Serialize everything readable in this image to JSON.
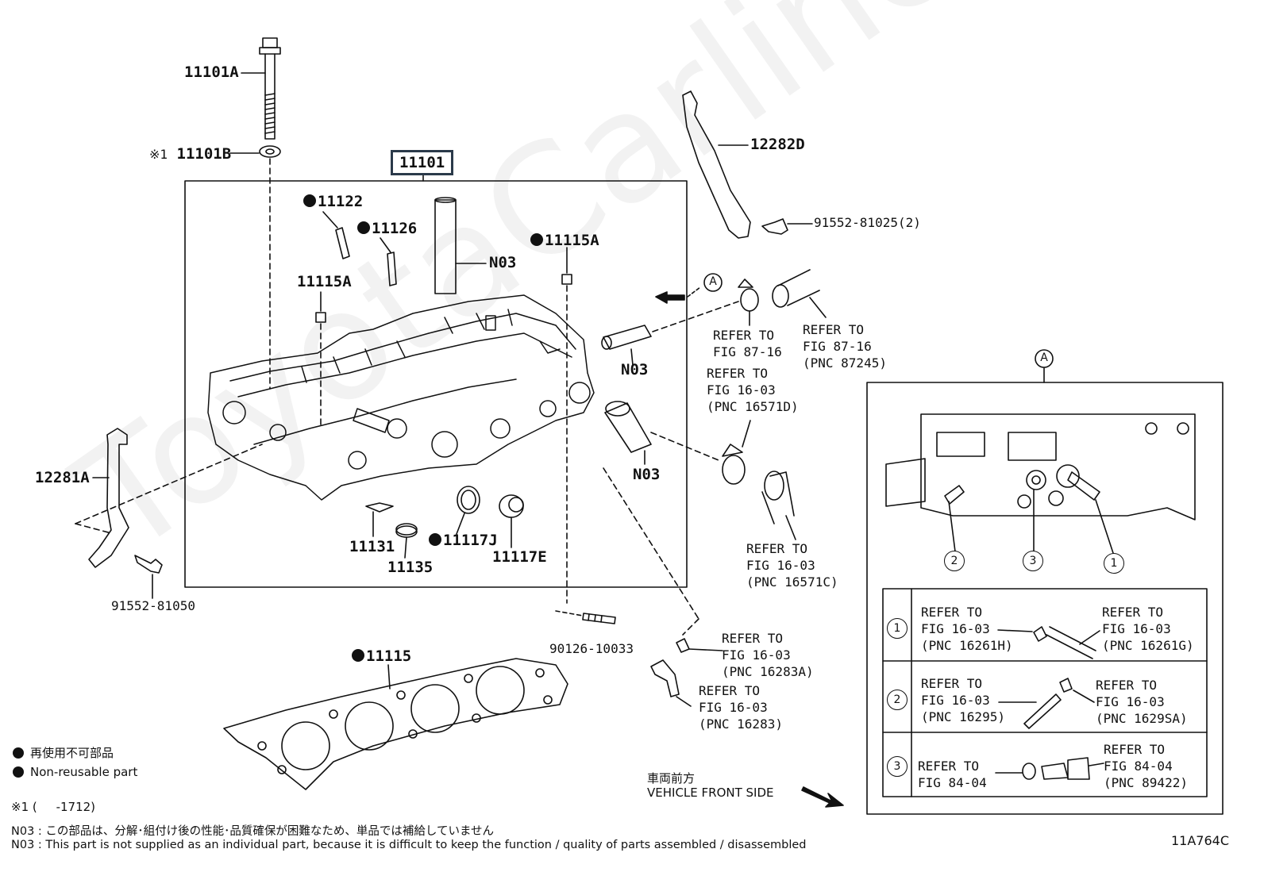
{
  "watermark": "ToyotaCarline.ru",
  "main_group": "11101",
  "parts": {
    "p11101A": "11101A",
    "p11101B": "11101B",
    "p11101B_note": "※1",
    "p11122": "11122",
    "p11126": "11126",
    "p11115A_top": "11115A",
    "p11115A_left": "11115A",
    "n03_top": "N03",
    "n03_mid": "N03",
    "n03_low": "N03",
    "p12282D": "12282D",
    "p91552_81025": "91552-81025(2)",
    "p12281A": "12281A",
    "p91552_81050": "91552-81050",
    "p11131": "11131",
    "p11135": "11135",
    "p11117J": "11117J",
    "p11117E": "11117E",
    "p90126_10033": "90126-10033",
    "p11115": "11115",
    "arrow_a": "A"
  },
  "refs": {
    "r1": [
      "REFER TO",
      "FIG 87-16"
    ],
    "r2": [
      "REFER TO",
      "FIG 87-16",
      "(PNC 87245)"
    ],
    "r3": [
      "REFER TO",
      "FIG 16-03",
      "(PNC 16571D)"
    ],
    "r4": [
      "REFER TO",
      "FIG 16-03",
      "(PNC 16571C)"
    ],
    "r5": [
      "REFER TO",
      "FIG 16-03",
      "(PNC 16283A)"
    ],
    "r6": [
      "REFER TO",
      "FIG 16-03",
      "(PNC 16283)"
    ]
  },
  "detail": {
    "label": "A",
    "callouts": [
      "2",
      "3",
      "1"
    ],
    "table": [
      {
        "num": "1",
        "left": [
          "REFER TO",
          "FIG 16-03",
          "(PNC 16261H)"
        ],
        "right": [
          "REFER TO",
          "FIG 16-03",
          "(PNC 16261G)"
        ]
      },
      {
        "num": "2",
        "left": [
          "REFER TO",
          "FIG 16-03",
          "(PNC 16295)"
        ],
        "right": [
          "REFER TO",
          "FIG 16-03",
          "(PNC 1629SA)"
        ]
      },
      {
        "num": "3",
        "left": [
          "REFER TO",
          "FIG 84-04"
        ],
        "right": [
          "REFER TO",
          "FIG 84-04",
          "(PNC 89422)"
        ]
      }
    ]
  },
  "front": {
    "jp": "車両前方",
    "en": "VEHICLE FRONT SIDE"
  },
  "legend": {
    "jp": "再使用不可部品",
    "en": "Non-reusable part"
  },
  "notes": {
    "note1": "※1 (     -1712)",
    "n03_jp": "N03 : この部品は、分解･組付け後の性能･品質確保が困難なため、単品では補給していません",
    "n03_en": "N03 : This part is not supplied as an individual part, because it is difficult to keep the function / quality of parts  assembled / disassembled"
  },
  "figure_id": "11A764C"
}
